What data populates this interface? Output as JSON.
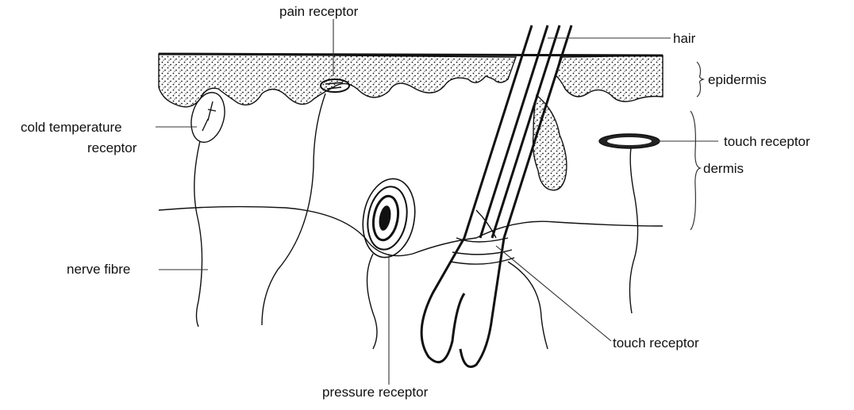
{
  "labels": {
    "pain_receptor": "pain receptor",
    "hair": "hair",
    "epidermis": "epidermis",
    "cold_line1": "cold temperature",
    "cold_line2": "receptor",
    "touch_receptor_top": "touch receptor",
    "dermis": "dermis",
    "nerve_fibre": "nerve fibre",
    "touch_receptor_bottom": "touch receptor",
    "pressure_receptor": "pressure receptor"
  }
}
